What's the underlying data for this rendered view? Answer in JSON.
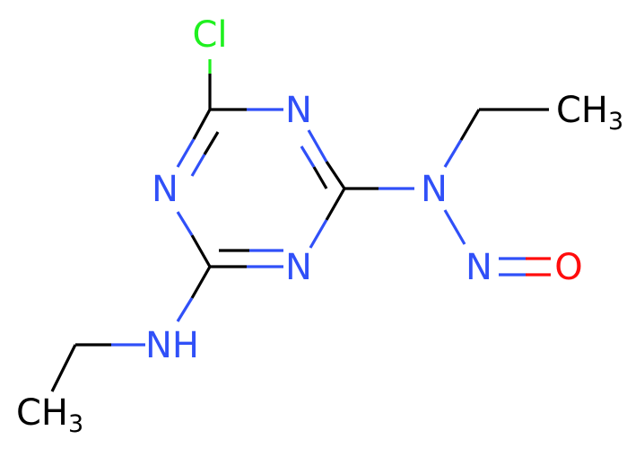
{
  "molecule": {
    "atoms": {
      "cl": "Cl",
      "n_ring_top": "N",
      "n_ring_left": "N",
      "n_ring_bottom": "N",
      "n_amine_right": "N",
      "n_nitroso": "N",
      "o_nitroso": "O",
      "nh_left": "NH",
      "ch3_top_right": {
        "main": "CH",
        "sub": "3"
      },
      "ch3_bottom_left": {
        "main": "CH",
        "sub": "3"
      }
    },
    "colors": {
      "carbon_bond": "#000000",
      "nitrogen": "#3050F8",
      "oxygen": "#FF0D0D",
      "chlorine": "#1FF01F",
      "carbon_label": "#000000"
    }
  }
}
